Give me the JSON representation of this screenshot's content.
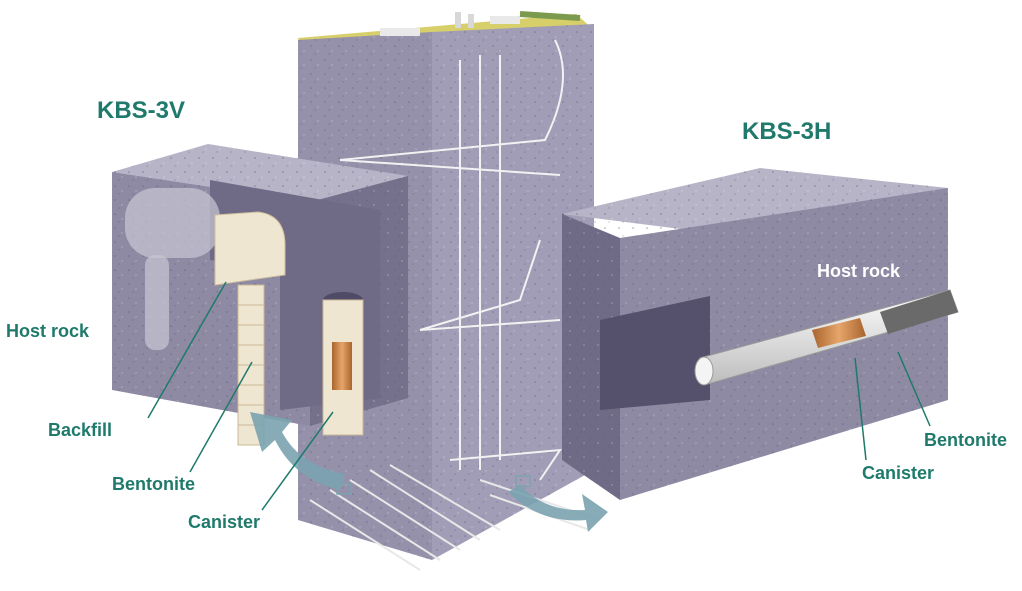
{
  "diagram": {
    "left_panel": {
      "title": "KBS-3V",
      "labels": {
        "host_rock": "Host rock",
        "backfill": "Backfill",
        "bentonite": "Bentonite",
        "canister": "Canister"
      }
    },
    "right_panel": {
      "title": "KBS-3H",
      "labels": {
        "host_rock": "Host rock",
        "bentonite": "Bentonite",
        "canister": "Canister"
      }
    }
  },
  "colors": {
    "label_text": "#1f7a6c",
    "rock_front": "#8e8aa3",
    "rock_top": "#a9a6bb",
    "rock_side": "#6f6b86",
    "ground_surface": "#d6cf6a",
    "arrow": "#7aa3b0",
    "bentonite": "#efe6d2",
    "canister": "#c98a4e"
  }
}
